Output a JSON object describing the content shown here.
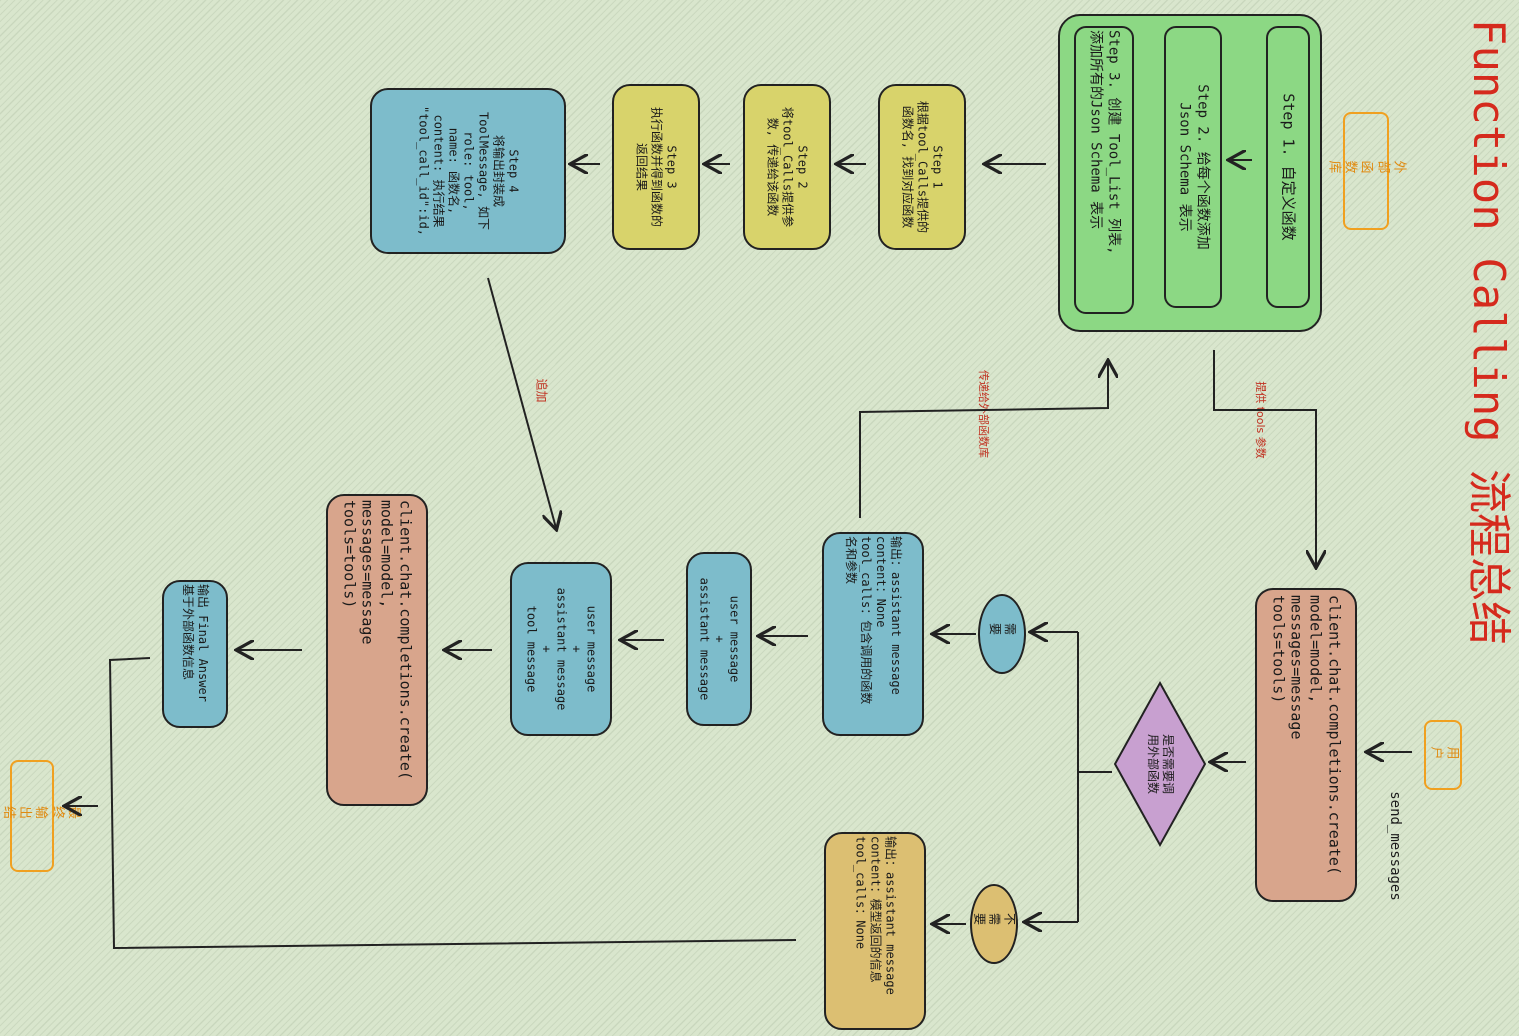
{
  "title": "Function Calling 流程总结",
  "tags": {
    "external_lib": "外部函数库",
    "user": "用户",
    "final_output": "最终输出结果"
  },
  "schema_block": {
    "step1": "Step 1. 自定义函数",
    "step2": "Step 2. 给每个函数添加\nJson Schema 表示",
    "step3": "Step 3. 创建 Tool_List 列表,\n添加所有的Json Schema 表示"
  },
  "steps": {
    "s1": "Step 1\n根据tool_Calls提供的\n函数名, 找到对应函数",
    "s2": "Step 2\n将tool_Calls提供参\n数, 传递给该函数",
    "s3": "Step 3\n执行函数并得到函数的\n返回结果",
    "s4": "Step 4\n将输出封装成\nToolMessage, 如下\nrole: tool,\nname: 函数名,\ncontent: 执行结果\n\"tool_call_id\":id,"
  },
  "labels": {
    "provide_tools": "提供 tools 参数",
    "pass_to_lib": "传递给外部函数库",
    "append": "追加",
    "send_messages": "send_messages"
  },
  "nodes": {
    "first_call": "client.chat.completions.create(\n    model=model,\n    messages=message\n    tools=tools)",
    "decision": "是否需要调\n用外部函数",
    "need": "需要",
    "no_need": "不需要",
    "output_tool": "输出：assistant message\ncontent：None\ntool_calls：包含调用的函数\n名和参数",
    "output_none": "输出：assistant message\ncontent：模型返回的信息\ntool_calls：None",
    "messages_a": "user message\n+\nassistant  message",
    "messages_b": "user message\n+\nassistant  message\n+\ntool  message",
    "second_call": "client.chat.completions.create(\n    model=model,\n    messages=message\n    tools=tools)",
    "final_answer": "输出 Final Answer\n基于外部函数信息"
  },
  "colors": {
    "teal": "#7dbccb",
    "yellow": "#d8d36b",
    "green": "#8cd884",
    "salmon": "#d8a58c",
    "tan": "#dcbf72",
    "purple": "#c8a0d0",
    "title_red": "#d52a1d",
    "tag_orange": "#f0a020"
  }
}
